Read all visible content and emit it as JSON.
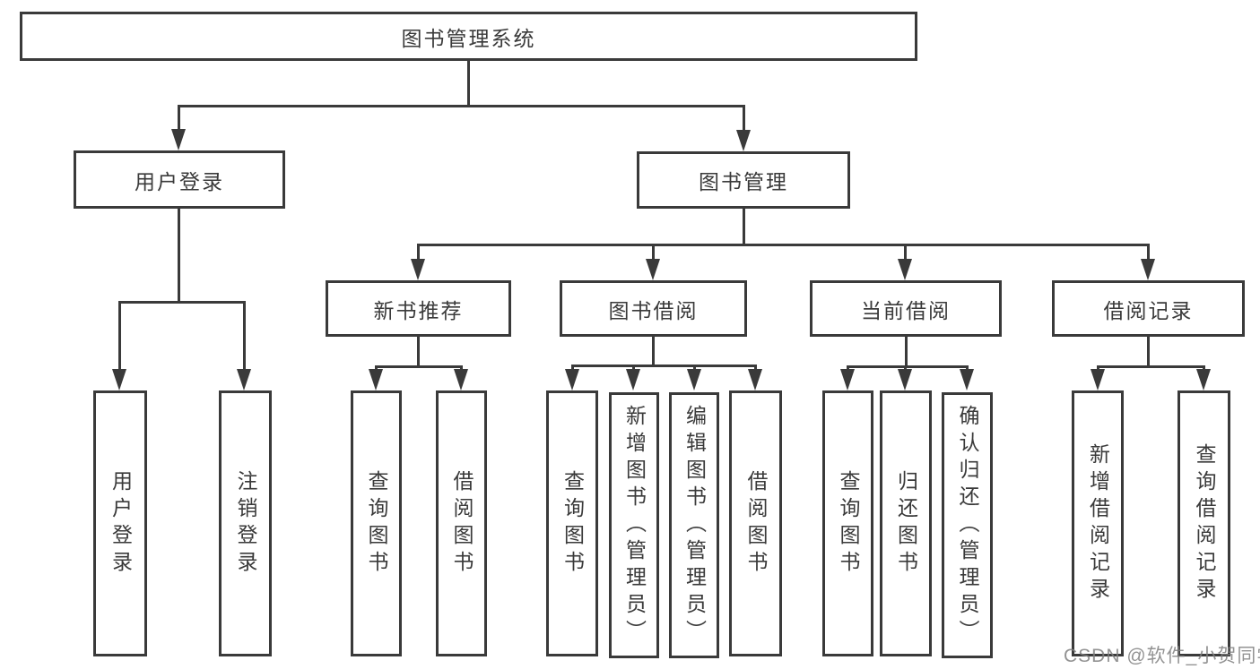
{
  "diagram": {
    "title": "图书管理系统",
    "nodes": {
      "root": "图书管理系统",
      "user_login": "用户登录",
      "book_management": "图书管理",
      "new_book_recommend": "新书推荐",
      "book_borrow": "图书借阅",
      "current_borrow": "当前借阅",
      "borrow_records": "借阅记录",
      "leaf_user_login": "用户登录",
      "leaf_logout": "注销登录",
      "nb_query_books": "查询图书",
      "nb_borrow_books": "借阅图书",
      "bb_query_books": "查询图书",
      "bb_add_books": "新增图书（管理员）",
      "bb_edit_books": "编辑图书（管理员）",
      "bb_borrow_books": "借阅图书",
      "cb_query_books": "查询图书",
      "cb_return_books": "归还图书",
      "cb_confirm_return": "确认归还（管理员）",
      "br_add_record": "新增借阅记录",
      "br_query_record": "查询借阅记录"
    },
    "colors": {
      "line": "#3a3a3a",
      "text": "#3a3a3a",
      "background": "#ffffff",
      "watermark": "#808080"
    },
    "watermark": "CSDN @软件_小贺同学"
  }
}
